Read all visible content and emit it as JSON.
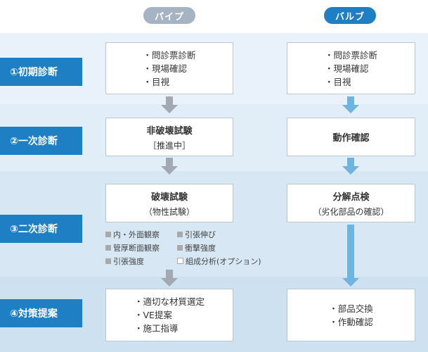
{
  "columns": {
    "pipe": "パイプ",
    "valve": "バルブ"
  },
  "stages": [
    {
      "label": "①初期診断"
    },
    {
      "label": "②一次診断"
    },
    {
      "label": "③二次診断"
    },
    {
      "label": "④対策提案"
    }
  ],
  "pipe": {
    "initial": [
      "問診票診断",
      "現場確認",
      "目視"
    ],
    "primary": {
      "title": "非破壊試験",
      "sub": "［推進中］"
    },
    "secondary": {
      "title": "破壊試験",
      "sub": "（物性試験）"
    },
    "tests": [
      {
        "label": "内・外面観察",
        "optional": false
      },
      {
        "label": "引張伸び",
        "optional": false
      },
      {
        "label": "管厚断面観察",
        "optional": false
      },
      {
        "label": "衝撃強度",
        "optional": false
      },
      {
        "label": "引張強度",
        "optional": false
      },
      {
        "label": "組成分析(オプション)",
        "optional": true
      }
    ],
    "proposal": [
      "適切な材質選定",
      "VE提案",
      "施工指導"
    ]
  },
  "valve": {
    "initial": [
      "問診票診断",
      "現場確認",
      "目視"
    ],
    "primary": {
      "title": "動作確認"
    },
    "secondary": {
      "title": "分解点検",
      "sub": "（劣化部品の確認）"
    },
    "proposal": [
      "部品交換",
      "作動確認"
    ]
  },
  "colors": {
    "pipe_header": "#a6b3c2",
    "valve_header": "#1f7fc5",
    "stage_label": "#1f7fc5",
    "band_1": "#e9f2fa",
    "band_2": "#e1edf7",
    "band_3": "#d7e7f4",
    "band_4": "#cde1f1",
    "arrow": "#a2a9b3",
    "arrow_valve": "#6fb3df"
  }
}
